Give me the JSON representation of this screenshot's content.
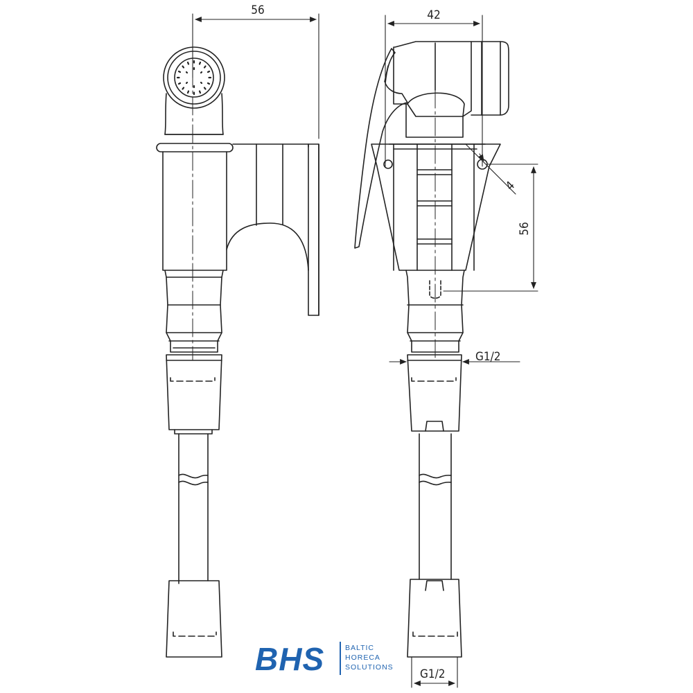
{
  "drawing": {
    "dimensions": {
      "overall_width_side": "56",
      "overall_width_front": "42",
      "mount_height": "56",
      "orifice": "4",
      "thread_top": "G1/2",
      "thread_bottom": "G1/2"
    }
  },
  "logo": {
    "mark": "BHS",
    "lines": [
      "BALTIC",
      "HORECA",
      "SOLUTIONS"
    ],
    "color": "#1f63b0"
  },
  "colors": {
    "line": "#222222",
    "background": "#ffffff"
  }
}
